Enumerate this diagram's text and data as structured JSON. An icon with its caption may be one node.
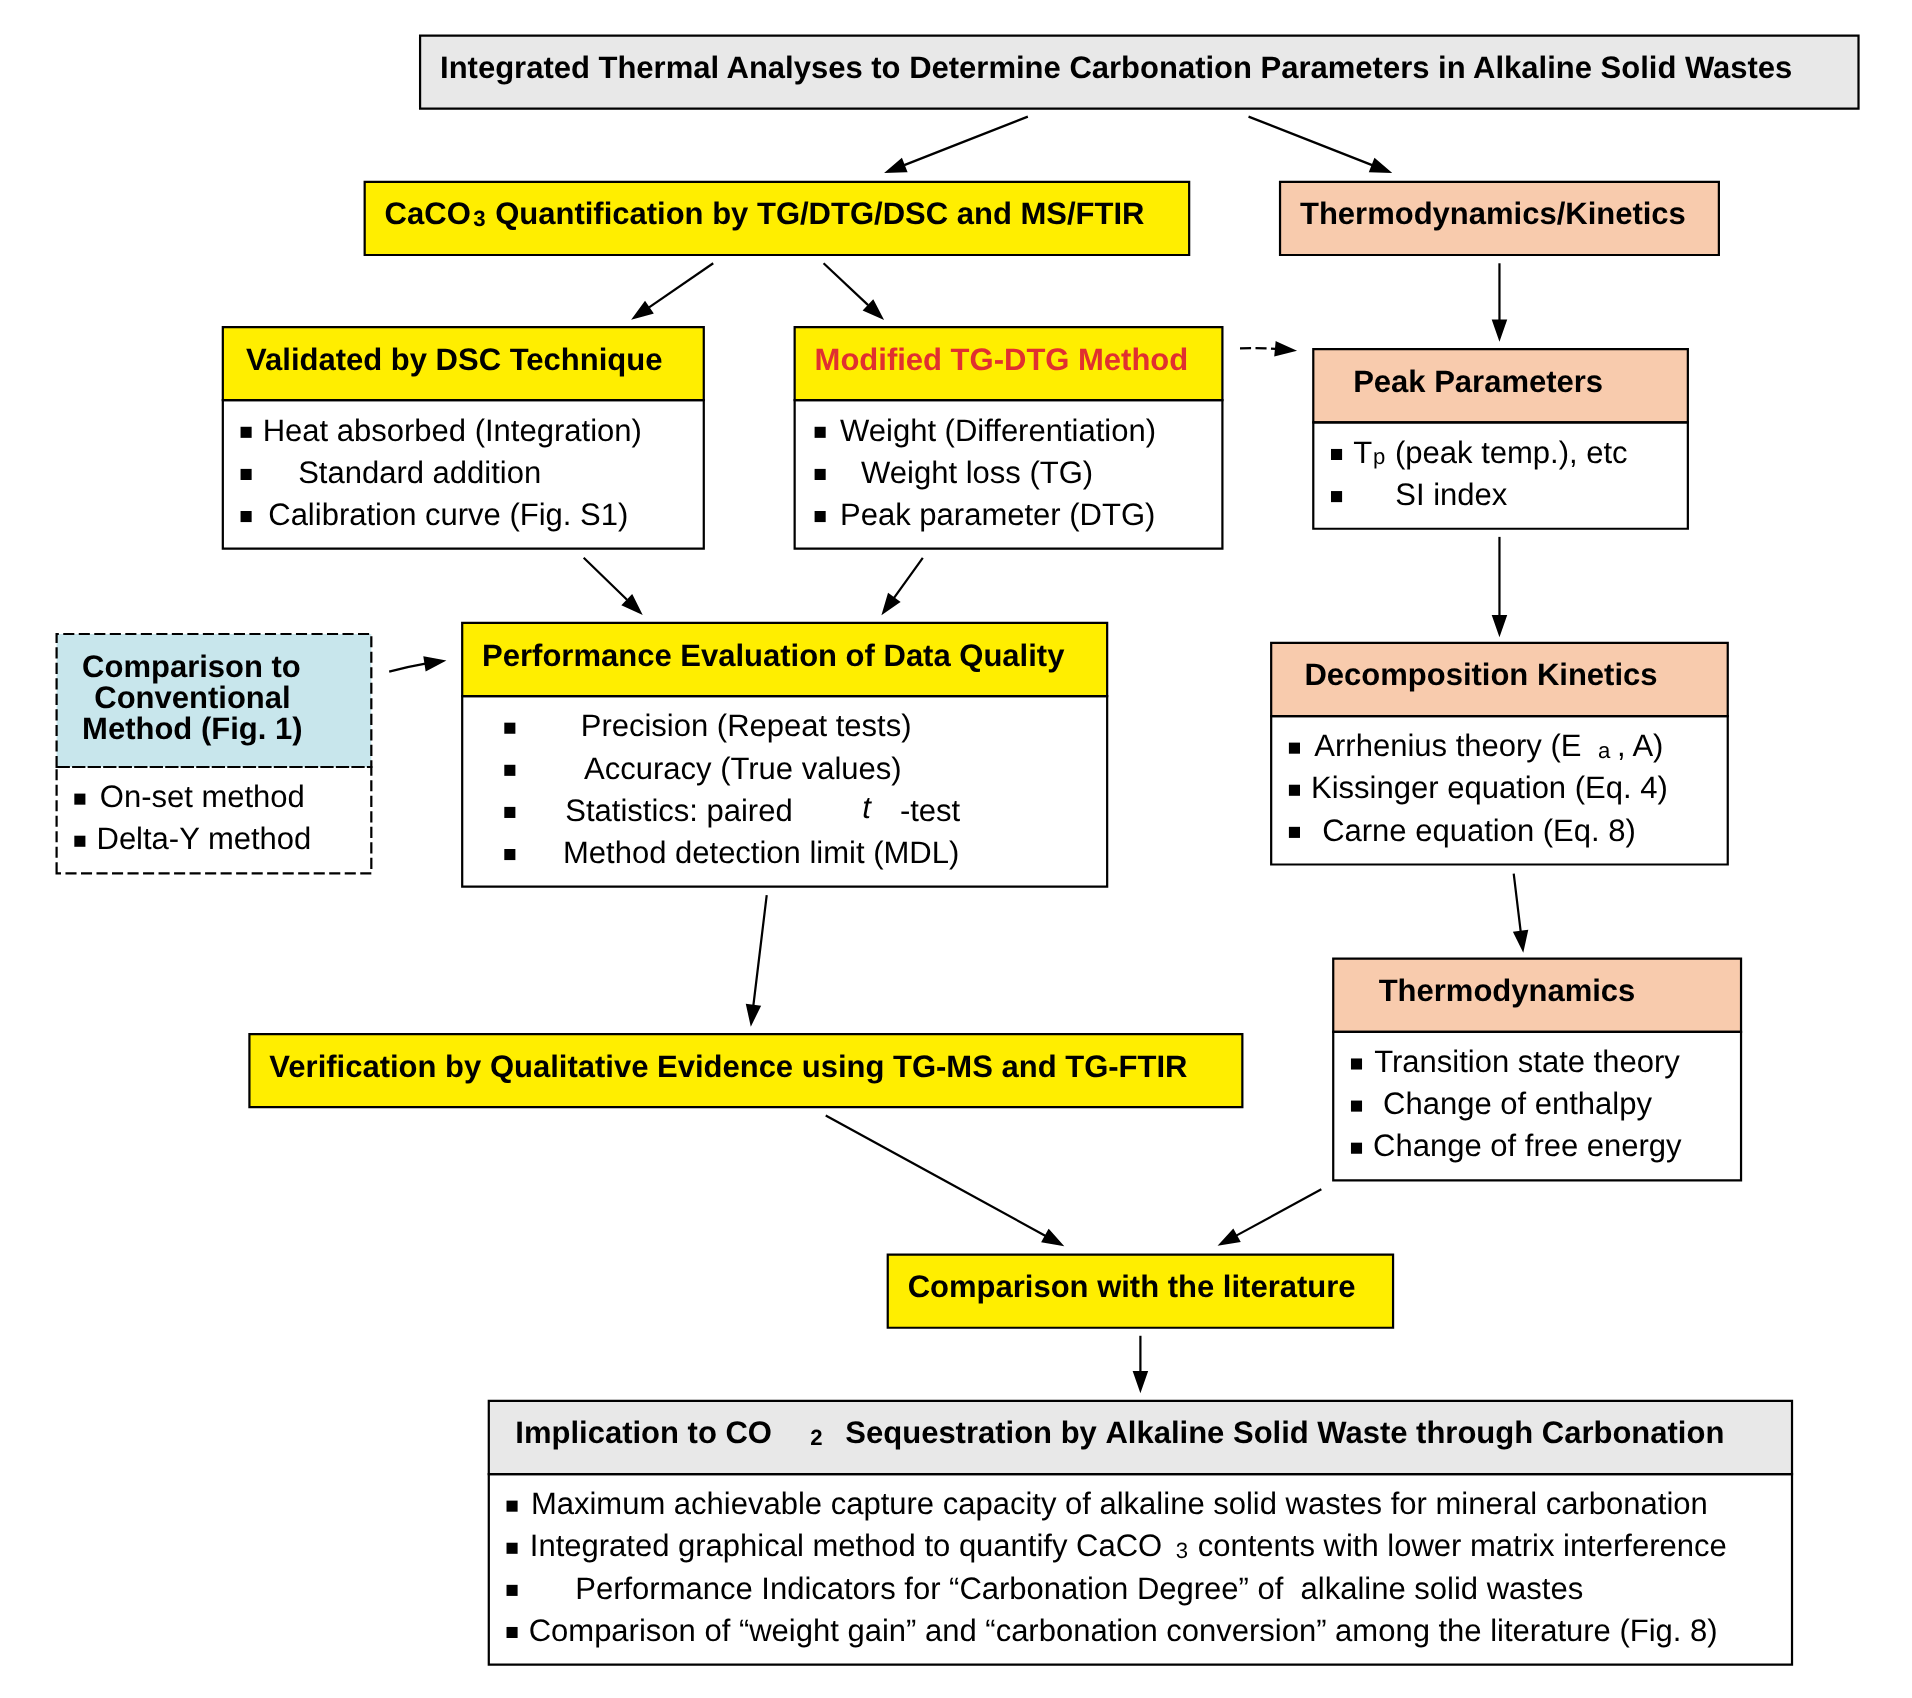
{
  "diagram": {
    "nodes": [
      {
        "text": [
          "Integrated Thermal Analyses to Determine Carbonation Parameters in Alkaline Solid Wastes"
        ]
      },
      {
        "text": [
          "CaCO$_{3}$ Quantification by TG/DTG/DSC and MS/FTIR"
        ]
      },
      {
        "text": [
          "Thermodynamics/Kinetics"
        ]
      },
      {
        "text": [
          "Validated by DSC Technique",
          "Heat absorbed (Integration)",
          "Standard addition",
          "Calibration curve (Fig. S1)"
        ]
      },
      {
        "text": [
          "Modified TG-DTG Method",
          "Weight (Differentiation)",
          "Weight loss (TG)",
          "Peak parameter (DTG)"
        ]
      },
      {
        "text": [
          "Peak Parameters",
          "T$_{p}$ (peak temp.), etc",
          "SI index"
        ]
      },
      {
        "text": [
          "Comparison to Conventional Method (Fig. 1)",
          "On-set method",
          "Delta-Y method"
        ]
      },
      {
        "text": [
          "Performance Evaluation of Data Quality",
          "Precision (Repeat tests)",
          "Accuracy (True values)",
          "Statistics: paired *t*-test",
          "Method detection limit (MDL)"
        ]
      },
      {
        "text": [
          "Decomposition Kinetics",
          "Arrhenius theory (E$_{a}$, A)",
          "Kissinger equation (Eq. 4)",
          "Carne equation (Eq. 8)"
        ]
      },
      {
        "text": [
          "Verification by Qualitative Evidence using TG-MS and TG-FTIR"
        ]
      },
      {
        "text": [
          "Thermodynamics",
          "Transition state theory",
          "Change of enthalpy",
          "Change of free energy"
        ]
      },
      {
        "text": [
          "Comparison with the literature"
        ]
      },
      {
        "text": [
          "Implication to CO$_{2}$ Sequestration by Alkaline Solid Waste through Carbonation",
          "Maximum achievable capture capacity of alkaline solid wastes for mineral carbonation",
          "Integrated graphical method to quantify CaCO$_{3}$ contents with lower matrix interference",
          "Performance Indicators for “Carbonation Degree” of  alkaline solid wastes",
          "Comparison of “weight gain” and “carbonation conversion” among the literature (Fig. 8)"
        ]
      }
    ],
    "edges": [
      {
        "from": 0,
        "to": 1,
        "arrow": "to"
      },
      {
        "from": 0,
        "to": 2,
        "arrow": "to"
      },
      {
        "from": 1,
        "to": 3,
        "arrow": "to"
      },
      {
        "from": 1,
        "to": 4,
        "arrow": "to"
      },
      {
        "from": 2,
        "to": 5,
        "arrow": "to"
      },
      {
        "from": 4,
        "to": 5,
        "arrow": "to",
        "style": "dashed"
      },
      {
        "from": 3,
        "to": 7,
        "arrow": "to"
      },
      {
        "from": 4,
        "to": 7,
        "arrow": "to"
      },
      {
        "from": 6,
        "to": 7,
        "arrow": "to"
      },
      {
        "from": 5,
        "to": 8,
        "arrow": "to"
      },
      {
        "from": 8,
        "to": 10,
        "arrow": "to"
      },
      {
        "from": 7,
        "to": 9,
        "arrow": "to"
      },
      {
        "from": 9,
        "to": 11,
        "arrow": "to"
      },
      {
        "from": 10,
        "to": 11,
        "arrow": "to"
      },
      {
        "from": 11,
        "to": 12,
        "arrow": "to"
      }
    ]
  }
}
